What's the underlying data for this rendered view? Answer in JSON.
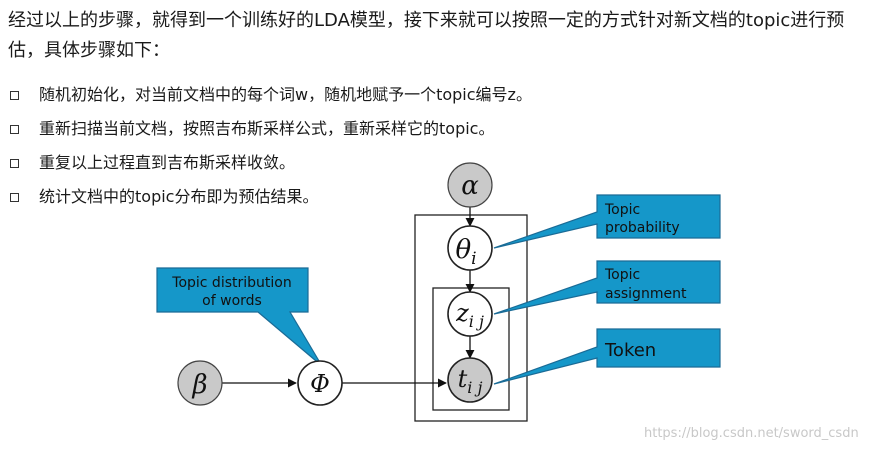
{
  "intro": "经过以上的步骤，就得到一个训练好的LDA模型，接下来就可以按照一定的方式针对新文档的topic进行预估，具体步骤如下：",
  "bullets": [
    "随机初始化，对当前文档中的每个词w，随机地赋予一个topic编号z。",
    "重新扫描当前文档，按照吉布斯采样公式，重新采样它的topic。",
    "重复以上过程直到吉布斯采样收敛。",
    "统计文档中的topic分布即为预估结果。"
  ],
  "diagram": {
    "nodes": {
      "alpha": "α",
      "beta": "β",
      "phi": "Φ",
      "theta": {
        "base": "θ",
        "sub": "i"
      },
      "z": {
        "base": "z",
        "sub": "i j"
      },
      "t": {
        "base": "t",
        "sub": "i j"
      }
    },
    "callouts": {
      "topic_distribution": [
        "Topic distribution",
        "of words"
      ],
      "topic_probability": [
        "Topic",
        "probability"
      ],
      "topic_assignment": [
        "Topic",
        "assignment"
      ],
      "token": "Token"
    },
    "colors": {
      "callout_fill": "#1597c9",
      "callout_stroke": "#1a6b96",
      "observed_node": "#c9c9c9",
      "latent_node": "#ffffff"
    }
  },
  "watermark": "https://blog.csdn.net/sword_csdn"
}
